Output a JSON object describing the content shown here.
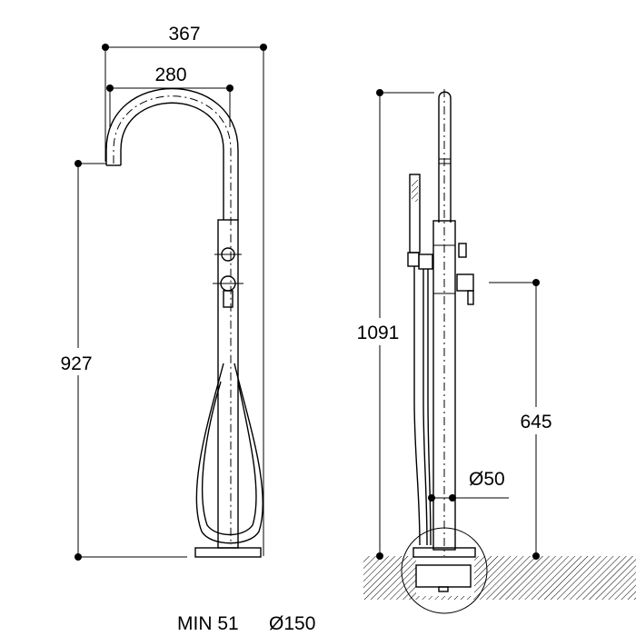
{
  "drawing": {
    "front_view": {
      "width_overall": "367",
      "spout_reach": "280",
      "spout_height": "927",
      "min_label": "MIN 51",
      "base_diameter": "Ø150"
    },
    "side_view": {
      "total_height": "1091",
      "handle_height": "645",
      "column_diameter": "Ø50"
    },
    "colors": {
      "line": "#000000",
      "background": "#ffffff"
    }
  }
}
